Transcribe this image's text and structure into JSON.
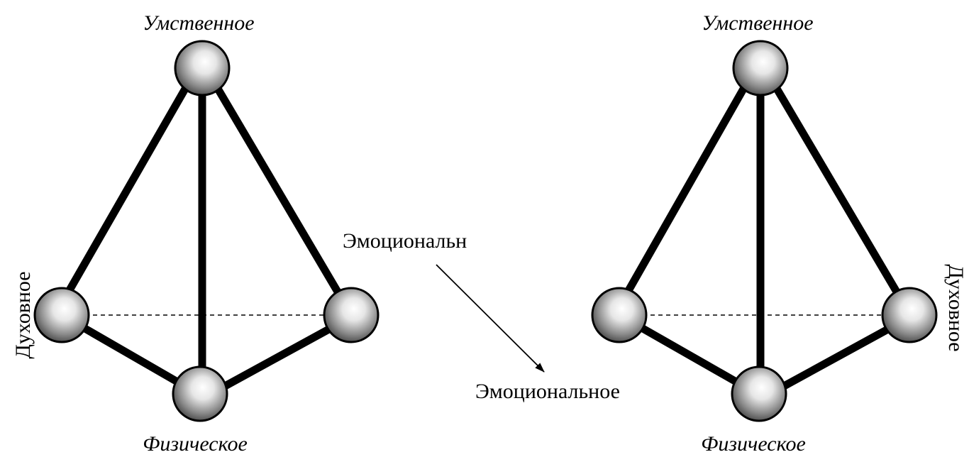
{
  "left": {
    "top_label": "Умственное",
    "side_label": "Духовное",
    "bottom_label": "Физическое"
  },
  "right": {
    "top_label": "Умственное",
    "side_label": "Духовное",
    "bottom_label": "Физическое"
  },
  "middle": {
    "upper_label": "Эмоциональн",
    "lower_label": "Эмоциональное"
  }
}
